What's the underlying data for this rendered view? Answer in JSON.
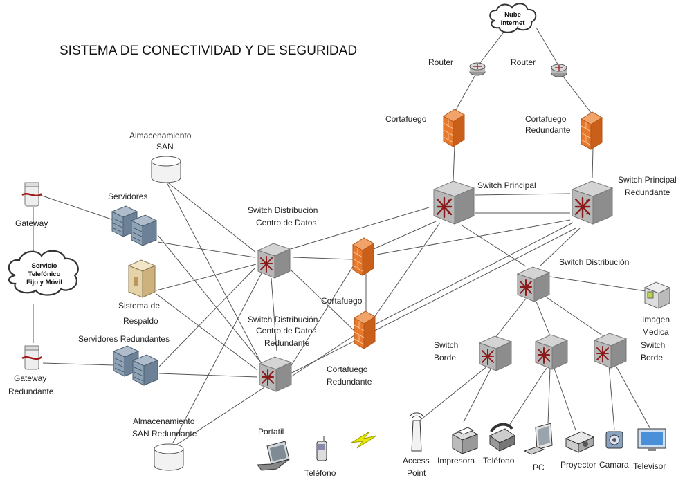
{
  "title": "SISTEMA DE CONECTIVIDAD Y DE SEGURIDAD",
  "labels": {
    "nube_internet": [
      "Nube",
      "Internet"
    ],
    "router_left": "Router",
    "router_right": "Router",
    "cortafuego_top": "Cortafuego",
    "cortafuego_redundante_top": [
      "Cortafuego",
      "Redundante"
    ],
    "switch_principal": "Switch Principal",
    "switch_principal_redundante": [
      "Switch Principal",
      "Redundante"
    ],
    "almacenamiento_san": [
      "Almacenamiento",
      "SAN"
    ],
    "servidores": "Servidores",
    "gateway": "Gateway",
    "servicio_telefonico": [
      "Servicio",
      "Telefónico",
      "Fijo y Móvil"
    ],
    "sistema_respaldo": [
      "Sistema de",
      "Respaldo"
    ],
    "servidores_redundantes": "Servidores Redundantes",
    "gateway_redundante": [
      "Gateway",
      "Redundante"
    ],
    "almacenamiento_san_redundante": [
      "Almacenamiento",
      "SAN Redundante"
    ],
    "switch_dist_cd": [
      "Switch Distribución",
      "Centro de Datos"
    ],
    "switch_dist_cd_red": [
      "Switch Distribución",
      "Centro de Datos",
      "Redundante"
    ],
    "cortafuego_mid": "Cortafuego",
    "cortafuego_redundante_mid": [
      "Cortafuego",
      "Redundante"
    ],
    "switch_distribucion": "Switch Distribución",
    "imagen_medica": [
      "Imagen",
      "Medica"
    ],
    "switch_borde_left": [
      "Switch",
      "Borde"
    ],
    "switch_borde_right": [
      "Switch",
      "Borde"
    ],
    "portatil": "Portatil",
    "telefono_movil": "Teléfono",
    "access_point": [
      "Access",
      "Point"
    ],
    "impresora": "Impresora",
    "telefono": "Teléfono",
    "pc": "PC",
    "proyector": "Proyector",
    "camara": "Camara",
    "televisor": "Televisor"
  },
  "colors": {
    "switch_face": "#b8b8b8",
    "switch_side": "#8d8d8d",
    "switch_arrow": "#8b1a1a",
    "firewall": "#e8782a",
    "server": "#7e93a8",
    "line": "#555555"
  }
}
